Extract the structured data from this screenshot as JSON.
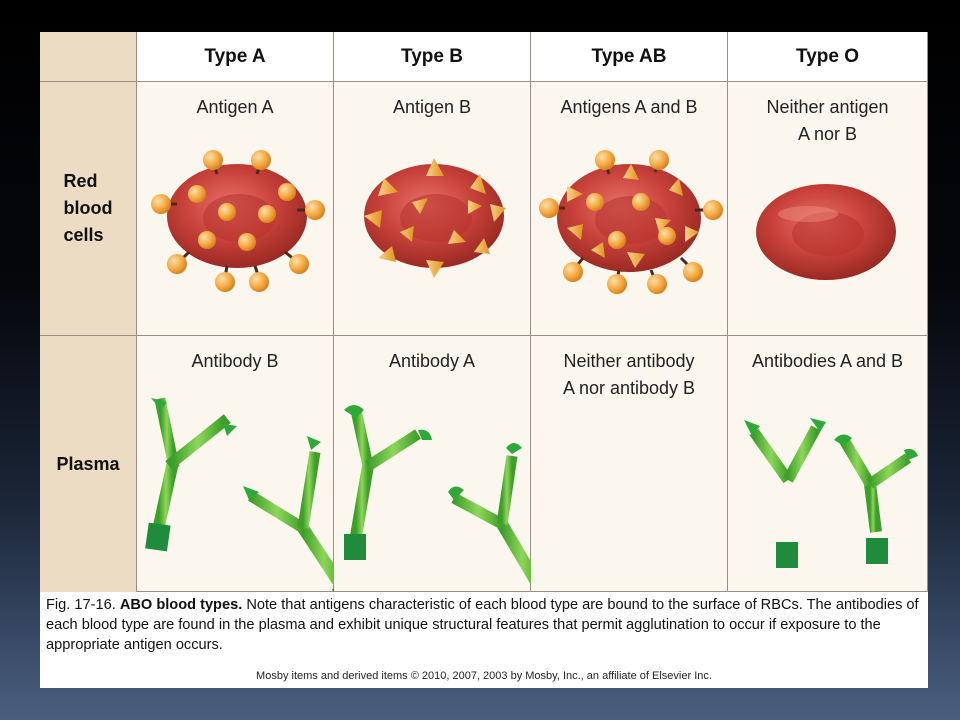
{
  "columns": [
    "Type A",
    "Type B",
    "Type AB",
    "Type O"
  ],
  "rows": {
    "rbc": "Red\nblood\ncells",
    "plasma": "Plasma"
  },
  "rbc_labels": [
    "Antigen A",
    "Antigen B",
    "Antigens A and B",
    "Neither antigen\nA nor B"
  ],
  "plasma_labels": [
    "Antibody B",
    "Antibody A",
    "Neither antibody\nA nor antibody B",
    "Antibodies A and B"
  ],
  "caption": {
    "fig": "Fig. 17-16.",
    "title": "ABO blood types.",
    "text": "Note that antigens characteristic of each blood type are bound to the surface of RBCs. The antibodies of each blood type are found in the plasma and exhibit unique structural features that permit agglutination to occur if exposure to the appropriate antigen occurs."
  },
  "credit": "Mosby items and derived items © 2010, 2007, 2003 by Mosby, Inc., an affiliate of Elsevier Inc.",
  "colors": {
    "cell_red": "#c8423a",
    "antigen_a": "#f2a23a",
    "antibody_green": "#5cb83a",
    "antibody_dark": "#1f8c3c",
    "row_header": "#ecdcc4"
  }
}
